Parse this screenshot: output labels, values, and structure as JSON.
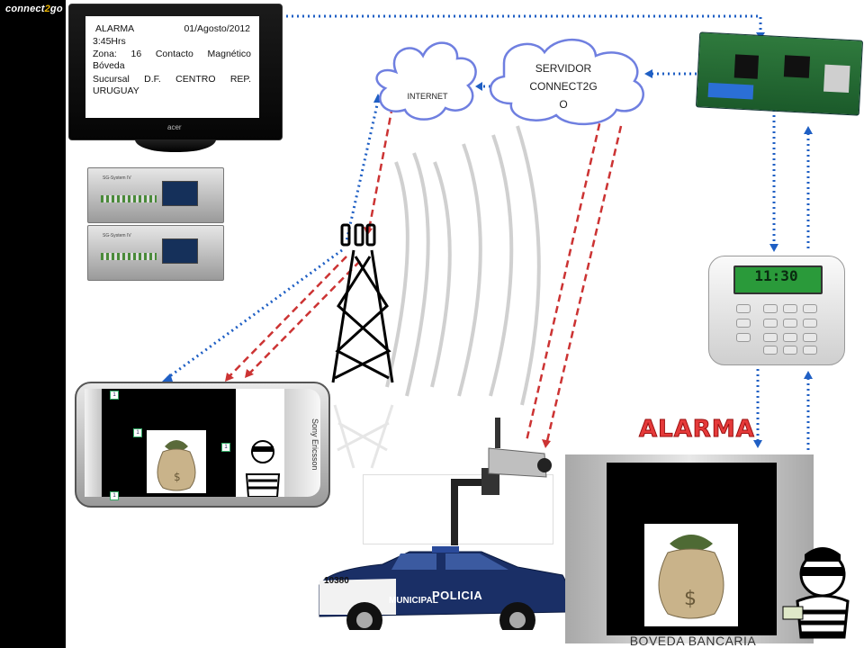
{
  "logo": {
    "text_a": "connect",
    "text_b": "2",
    "text_c": "go"
  },
  "monitor": {
    "brand": "acer",
    "alarm_line1_left": "ALARMA",
    "alarm_line1_right": "01/Agosto/2012",
    "alarm_line2": "3:45Hrs",
    "alarm_line3": "Zona: 16 Contacto Magnético Bóveda",
    "alarm_line4": "Sucursal D.F. CENTRO REP. URUGUAY"
  },
  "racks": [
    {
      "label": "SG-System IV"
    },
    {
      "label": "SG-System IV"
    }
  ],
  "clouds": {
    "internet": "INTERNET",
    "server_line1": "SERVIDOR",
    "server_line2": "CONNECT2G",
    "server_line3": "O"
  },
  "phone": {
    "brand": "Sony Ericsson",
    "badges": [
      "1",
      "1",
      "1",
      "1"
    ]
  },
  "keypad": {
    "time": "11:30"
  },
  "alarm_banner": "ALARMA",
  "vault": {
    "label": "BOVEDA BANCARIA"
  },
  "car": {
    "number": "10380",
    "municipal": "MUNICIPAL",
    "policia": "POLICIA"
  },
  "colors": {
    "blue_link": "#1f5fc4",
    "red_link": "#cc3333",
    "alarm_red": "#e53a3a"
  }
}
